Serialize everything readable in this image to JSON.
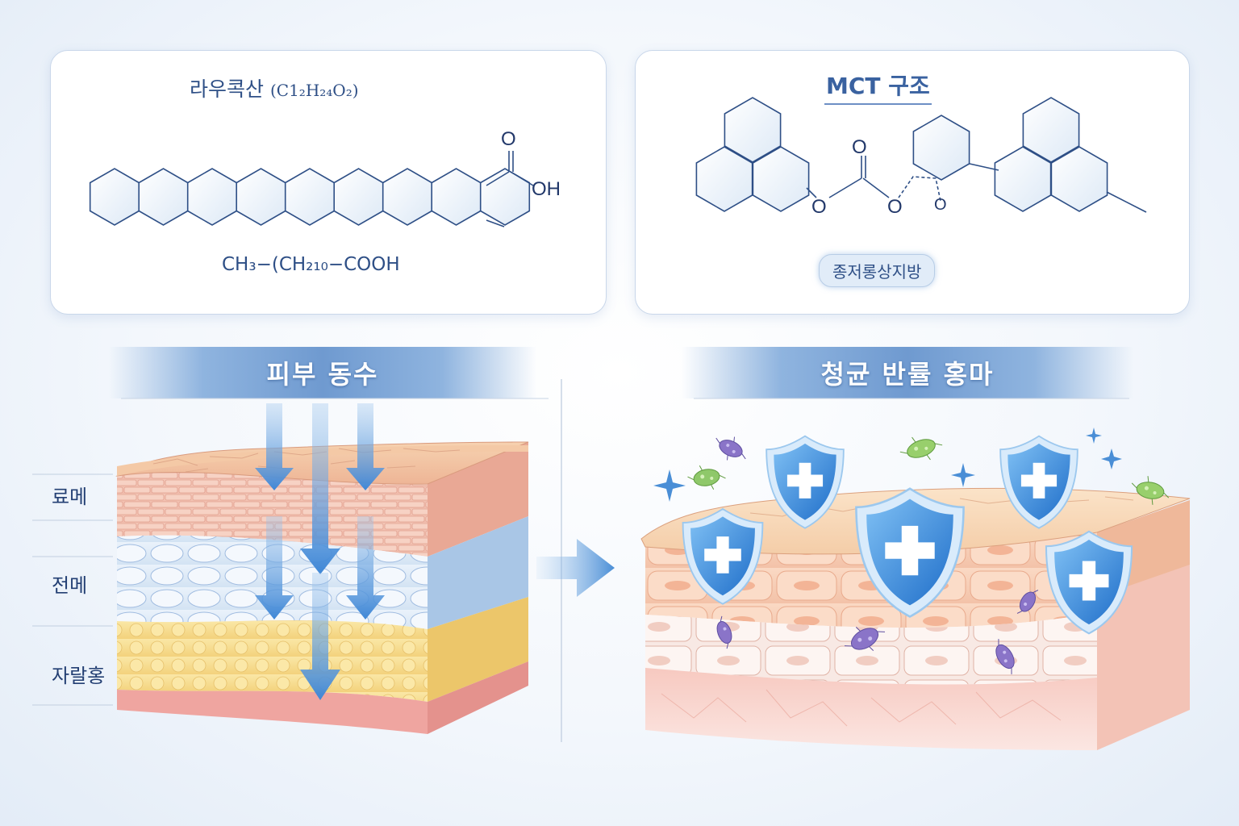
{
  "lauric": {
    "title": "라우콕산",
    "title_formula": "(C1₂H₂₄O₂)",
    "formula": "CH₃−(CH₂₁₀−COOH",
    "label_o": "O",
    "label_oh": "OH"
  },
  "mct": {
    "title": "MCT 구조",
    "badge": "종저롱상지방",
    "label_o1": "O",
    "label_o2": "O",
    "label_o3": "O",
    "label_o4": "O"
  },
  "left_panel": {
    "banner": "피부 동수",
    "layers": [
      "료메",
      "전메",
      "자랄홍"
    ]
  },
  "right_panel": {
    "banner": "청균 반률 홍마"
  },
  "colors": {
    "accent_blue": "#3f87d6",
    "line_blue": "#2e4f86",
    "skin_top": "#f2c7a2",
    "dermis": "#cfe0f2",
    "fat": "#f6d98a"
  },
  "icons": [
    "shield-plus-icon",
    "bacteria-icon",
    "sparkle-icon",
    "arrow-down-icon",
    "arrow-right-icon"
  ]
}
